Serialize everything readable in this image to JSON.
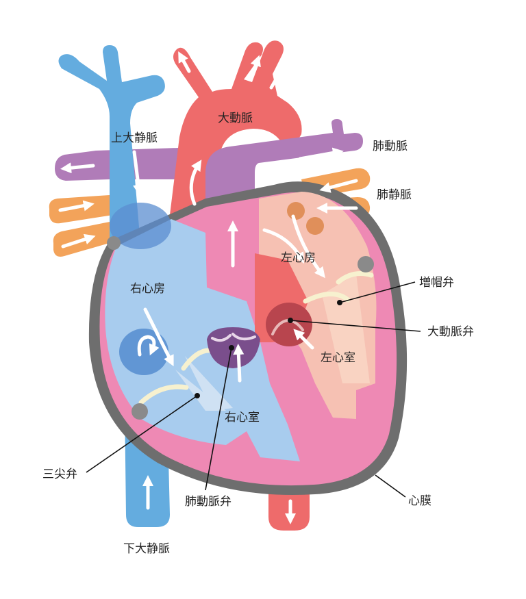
{
  "colors": {
    "vein_blue": "#64ACDF",
    "artery_red": "#EE6B6B",
    "pulmonary_purple": "#B07CB8",
    "pulmonary_vein_orange": "#F3A35A",
    "right_heart_light_blue": "#A8CCEE",
    "left_heart_light_pink": "#F6C1B3",
    "myocardium_pink": "#EE89B4",
    "pericardium_gray": "#6E6E6E",
    "valve_cream": "#F7F1CF",
    "arrow_white": "#FFFFFF"
  },
  "labels": {
    "aorta": "大動脈",
    "superior_vena_cava": "上大静脈",
    "pulmonary_artery": "肺動脈",
    "pulmonary_vein": "肺静脈",
    "left_atrium": "左心房",
    "right_atrium": "右心房",
    "mitral_valve": "増帽弁",
    "aortic_valve": "大動脈弁",
    "left_ventricle": "左心室",
    "right_ventricle": "右心室",
    "tricuspid_valve": "三尖弁",
    "pulmonary_valve": "肺動脈弁",
    "pericardium": "心膜",
    "inferior_vena_cava": "下大静脈"
  },
  "icons": [
    "flow-arrow-icon"
  ]
}
